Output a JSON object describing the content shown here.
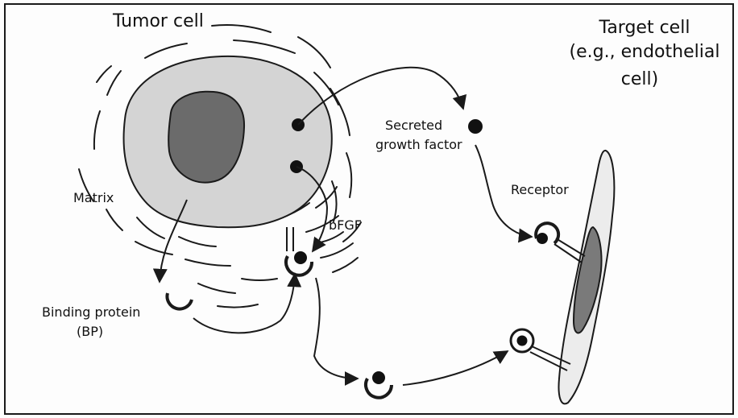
{
  "labels": {
    "tumor_cell": "Tumor cell",
    "target_cell_line1": "Target cell",
    "target_cell_line2": "(e.g., endothelial",
    "target_cell_line3": "cell)",
    "secreted_line1": "Secreted",
    "secreted_line2": "growth factor",
    "receptor": "Receptor",
    "matrix": "Matrix",
    "bfgf": "bFGF",
    "binding_protein_line1": "Binding protein",
    "binding_protein_line2": "(BP)"
  },
  "colors": {
    "background": "#fdfdfd",
    "line": "#1a1a1a",
    "tumor_cytoplasm": "#d4d4d4",
    "tumor_nucleus": "#6b6b6b",
    "target_cytoplasm": "#ececec",
    "target_nucleus": "#7a7a7a",
    "growth_factor_dot": "#111111"
  }
}
